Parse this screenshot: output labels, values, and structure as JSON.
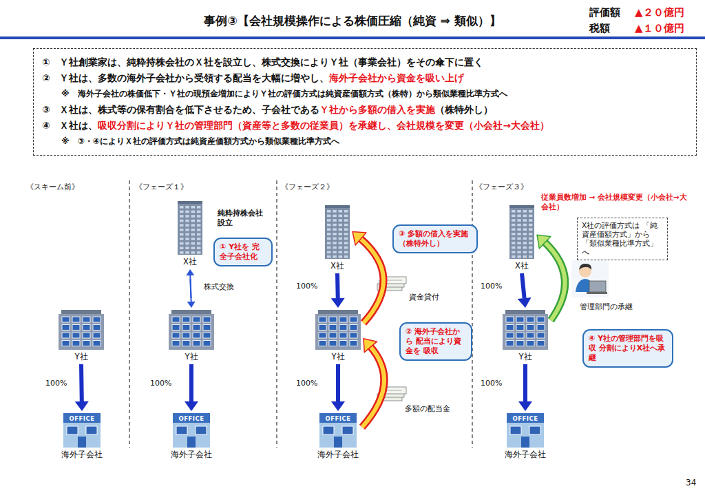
{
  "diagram": {
    "title": "事例③【会社規模操作による株価圧縮（純資 ⇒ 類似）】",
    "nodes": [
      {
        "text": [
          "①　Ｙ社創業家は、純粋持株会社のＸ社を設立し、株式交換によりＹ社（事業会社）をその傘下に置く",
          "②　Ｙ社は、多数の海外子会社から受領する配当を大幅に増やし、",
          "海外子会社から資金を吸い上げ",
          "※　海外子会社の株価低下・Ｙ社の現預金増加によりＹ社の評価方式は純資産価額方式（株特）から類似業種比準方式へ",
          "③　Ｘ社は、株式等の保有割合を低下させるため、子会社である",
          "Ｙ社から多額の借入を実施",
          "（株特外し）",
          "④　Ｘ社は、",
          "吸収分割によりＹ社の管理部門（資産等と多数の従業員）を承継し、会社規模を変更（小会社→大会社）",
          "※　③・④によりＸ社の評価方式は純資産価額方式から類似業種比準方式へ"
        ]
      },
      {
        "text": [
          "Y社"
        ]
      },
      {
        "text": [
          "OFFICE",
          "海外子会社"
        ]
      },
      {
        "text": [
          "X社"
        ]
      },
      {
        "text": [
          "① Y社を 完全子会社化"
        ]
      },
      {
        "text": [
          "Y社"
        ]
      },
      {
        "text": [
          "OFFICE",
          "海外子会社"
        ]
      },
      {
        "text": [
          "X社"
        ]
      },
      {
        "text": [
          "③ 多額の借入を実施 （株特外し）"
        ]
      },
      {
        "text": [
          "Y社"
        ]
      },
      {
        "text": [
          "② 海外子会社から 配当により資金を 吸収"
        ]
      },
      {
        "text": [
          "OFFICE",
          "海外子会社"
        ]
      },
      {
        "text": [
          "X社"
        ]
      },
      {
        "text": [
          "X社の評価方式は 「純資産価額方式」から 「類似業種比準方式」へ"
        ]
      },
      {
        "text": [
          "Y社"
        ]
      },
      {
        "text": [
          "④ Y社の管理部門を吸収 分割によりX社へ承継"
        ]
      },
      {
        "text": [
          "OFFICE",
          "海外子会社"
        ]
      }
    ],
    "edges": [
      {
        "from": 1,
        "to": 2,
        "label": "100%",
        "arrow": "to"
      },
      {
        "from": 3,
        "to": 5,
        "label": "株式交換",
        "arrow": "both"
      },
      {
        "from": 5,
        "to": 6,
        "label": "100%",
        "arrow": "to"
      },
      {
        "from": 7,
        "to": 9,
        "label": "100%",
        "arrow": "to"
      },
      {
        "from": 9,
        "to": 11,
        "label": "100%",
        "arrow": "to"
      },
      {
        "from": 11,
        "to": 9,
        "label": "多額の配当金",
        "arrow": "to"
      },
      {
        "from": 9,
        "to": 7,
        "label": "資金貸付",
        "arrow": "to"
      },
      {
        "from": 12,
        "to": 14,
        "label": "100%",
        "arrow": "to"
      },
      {
        "from": 14,
        "to": 16,
        "label": "100%",
        "arrow": "to"
      },
      {
        "from": 14,
        "to": 12,
        "arrow": "to"
      }
    ],
    "labels": [
      "評価額",
      "▲２０億円",
      "税額",
      "▲１０億円",
      "《スキーム前》",
      "《フェーズ１》",
      "《フェーズ２》",
      "《フェーズ３》",
      "純粋持株会社 設立",
      "従業員数増加 → 会社規模変更（小会社→大会社）",
      "管理部門の承継",
      "34"
    ]
  }
}
